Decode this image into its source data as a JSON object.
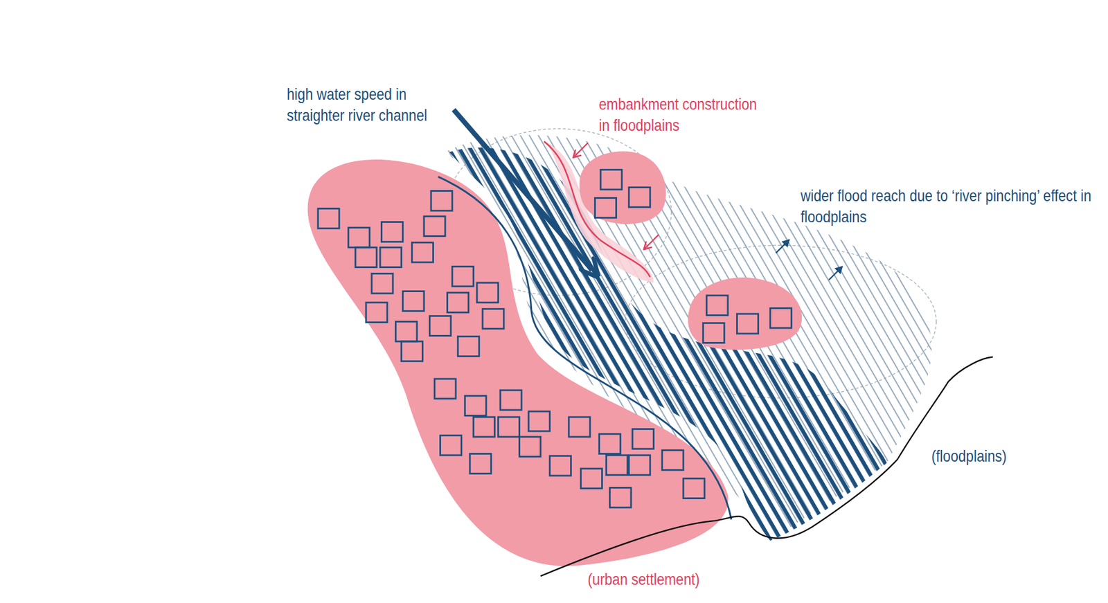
{
  "diagram": {
    "labels": [
      "high water speed in straighter river channel",
      "embankment construction in floodplains",
      "wider flood reach due to ‘river pinching’ effect in floodplains",
      "(floodplains)",
      "(urban settlement)"
    ]
  }
}
